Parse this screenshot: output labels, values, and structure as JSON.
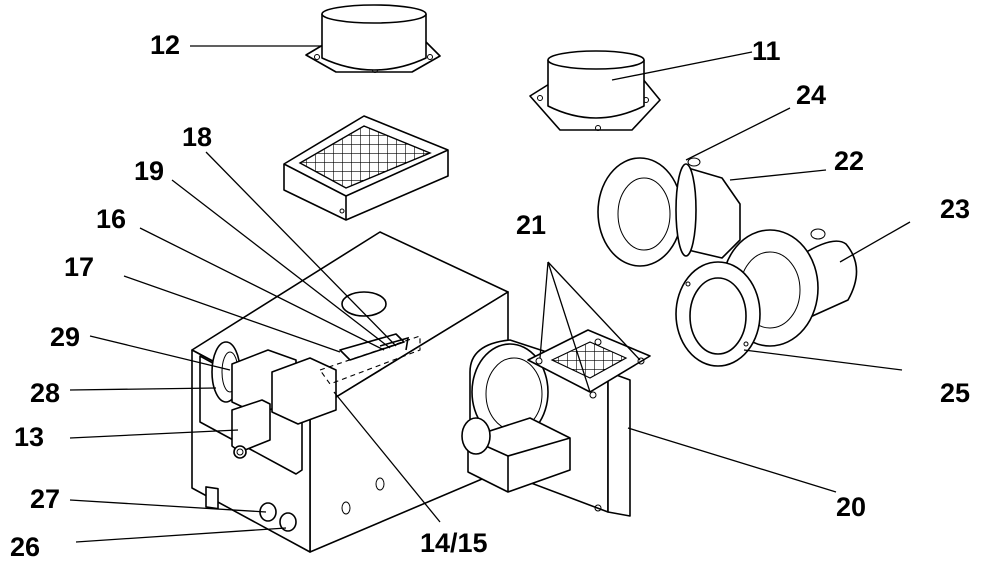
{
  "callouts": {
    "c11": "11",
    "c12": "12",
    "c13": "13",
    "c14_15": "14/15",
    "c16": "16",
    "c17": "17",
    "c18": "18",
    "c19": "19",
    "c20": "20",
    "c21": "21",
    "c22": "22",
    "c23": "23",
    "c24": "24",
    "c25": "25",
    "c26": "26",
    "c27": "27",
    "c28": "28",
    "c29": "29"
  }
}
